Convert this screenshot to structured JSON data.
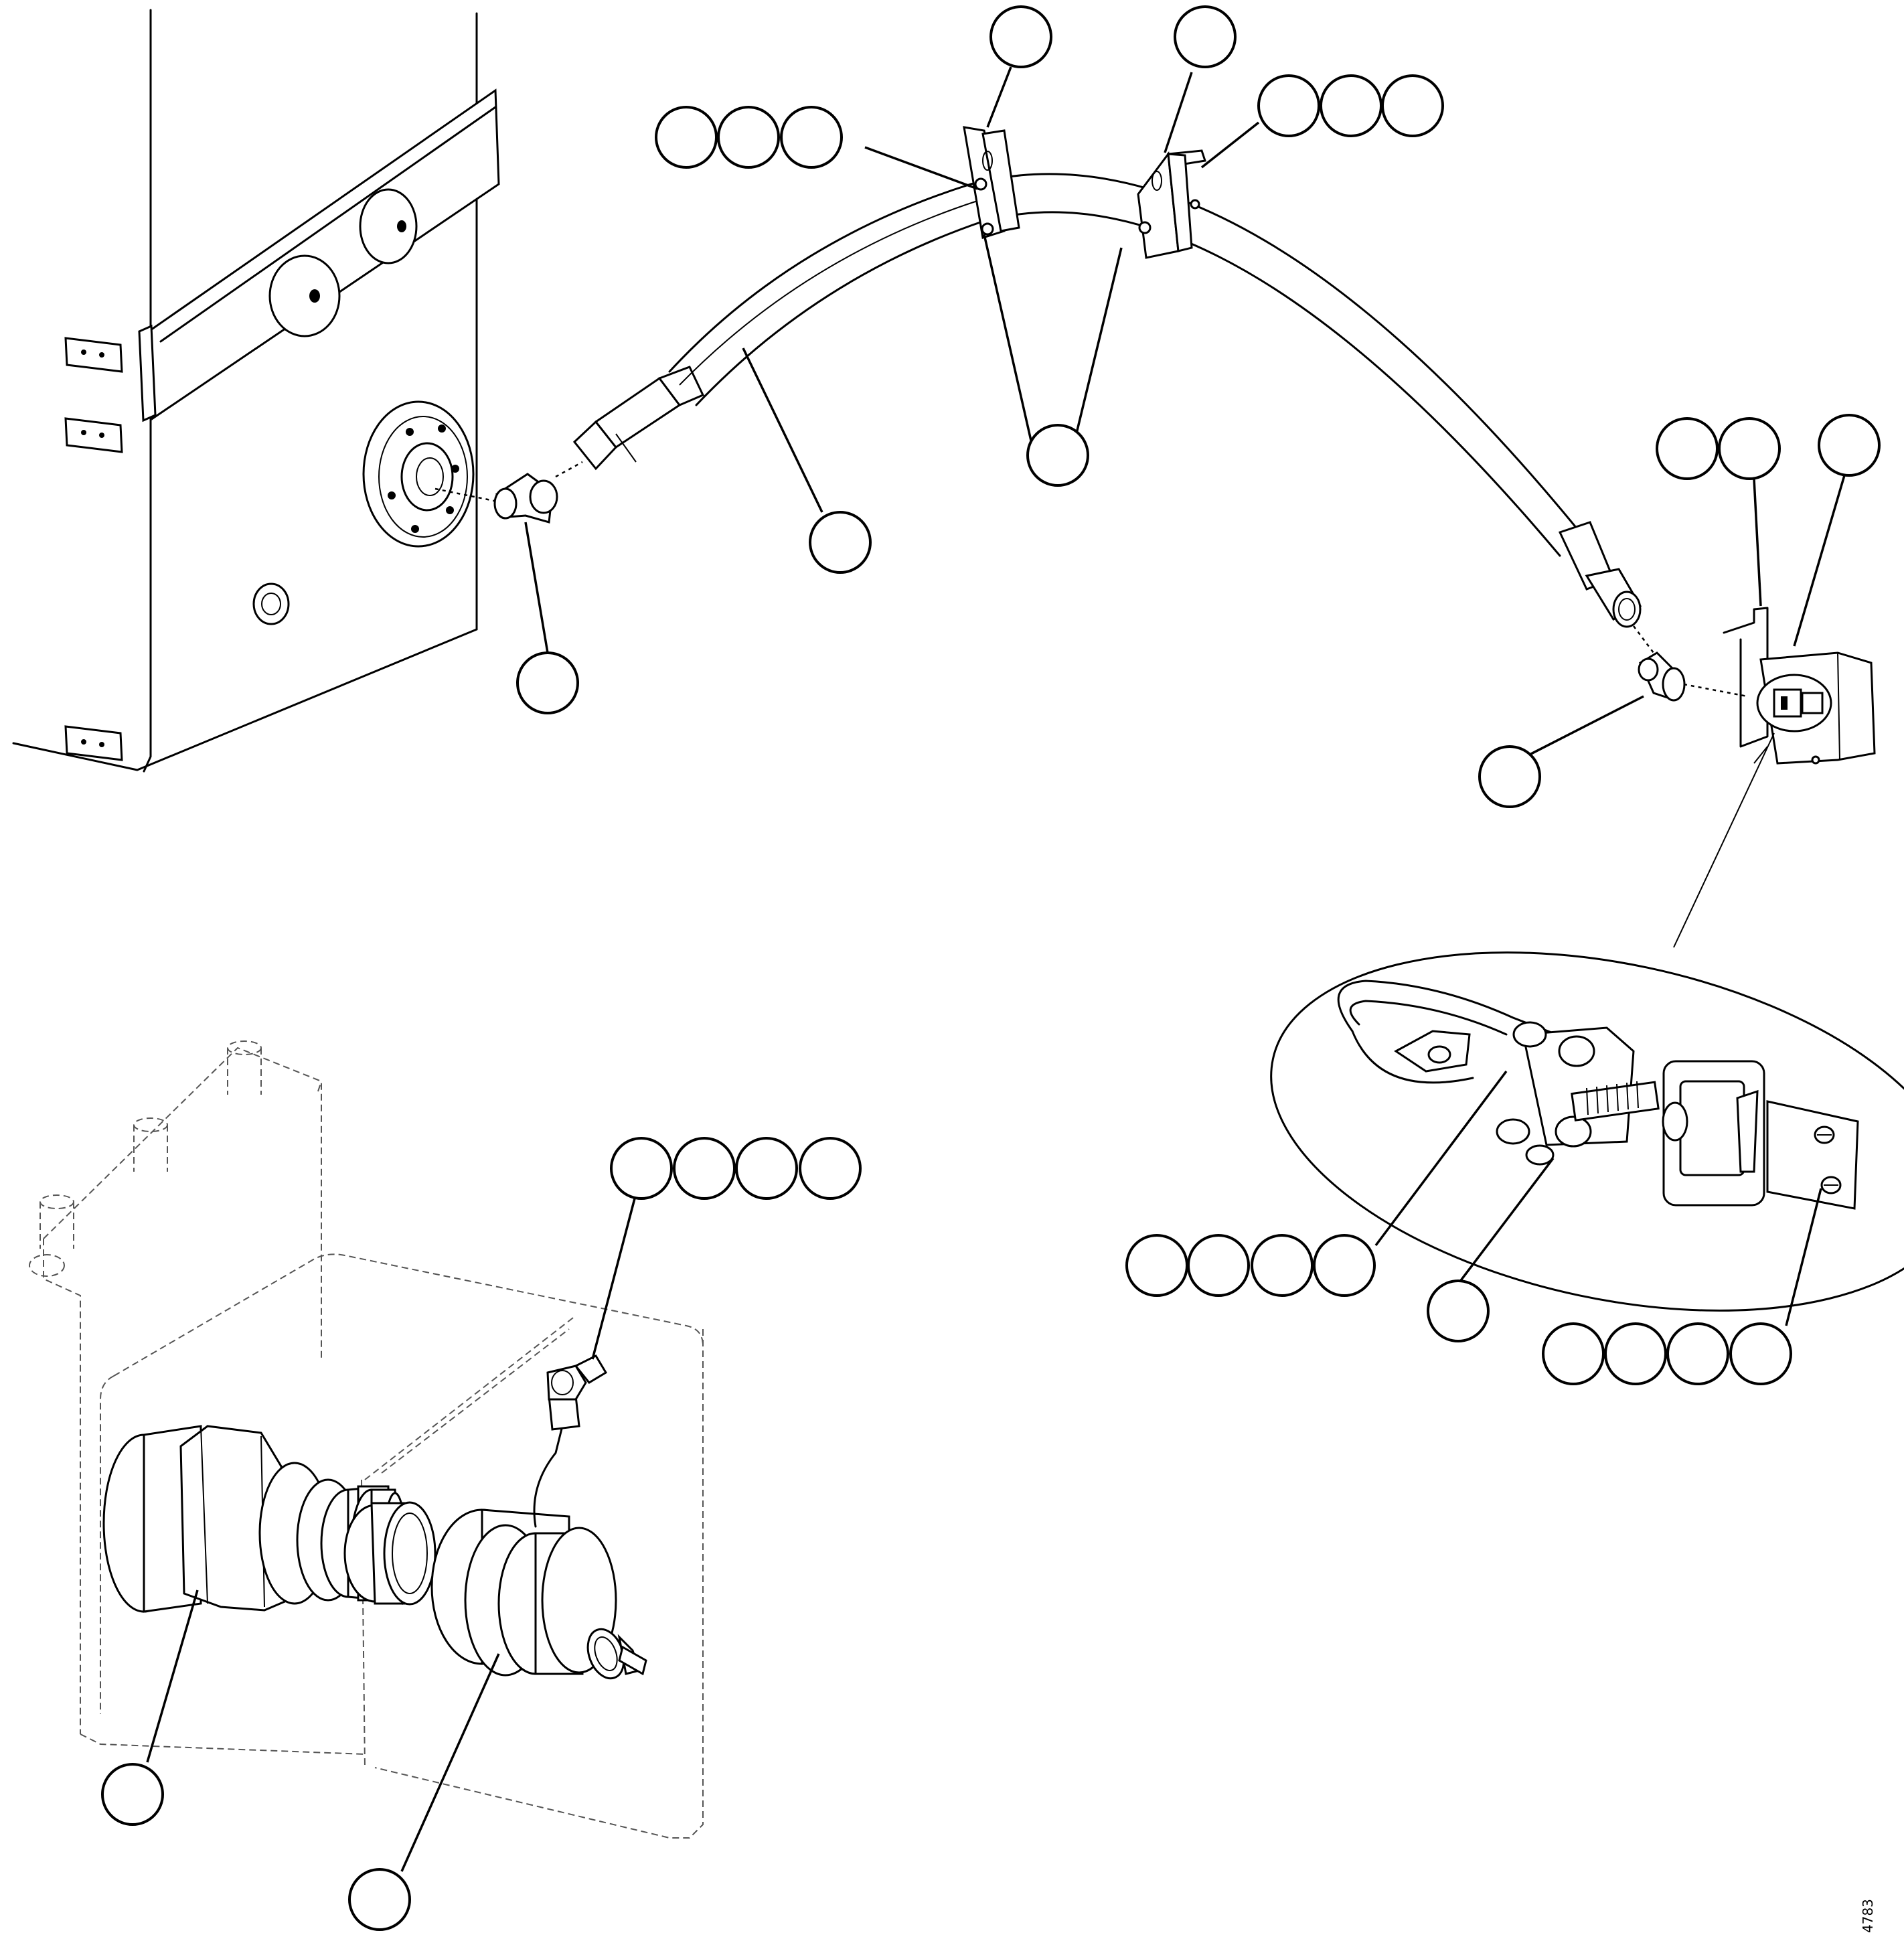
{
  "figure": {
    "drawing_number": "4783",
    "callout_labels": []
  },
  "colors": {
    "line": "#000000",
    "background": "#ffffff",
    "ghost_line": "#555555"
  },
  "components": [
    "tank-panel",
    "swivel-elbow-left",
    "hose-assembly",
    "hose-clamp-left",
    "hose-clamp-right",
    "swivel-elbow-right",
    "mounting-bracket",
    "latch-detail",
    "coupler-fitting",
    "dust-cap"
  ]
}
